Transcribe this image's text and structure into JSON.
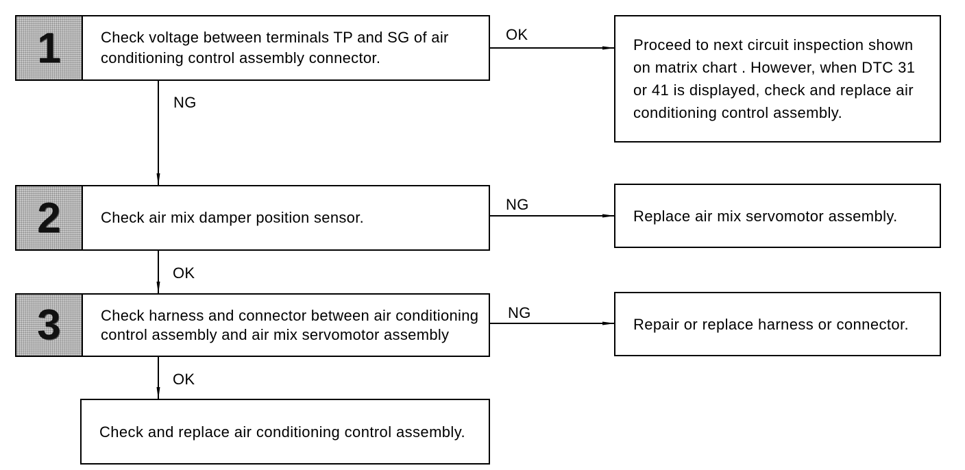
{
  "steps": [
    {
      "number": "1",
      "text": "Check voltage between terminals TP and SG of air conditioning control assembly connector."
    },
    {
      "number": "2",
      "text": "Check air mix damper position sensor."
    },
    {
      "number": "3",
      "text": "Check harness and connector between air conditioning control assembly and air mix servomotor assembly"
    }
  ],
  "results": {
    "proceed": "Proceed to next circuit inspection shown on matrix chart . However, when DTC 31 or 41 is displayed, check and replace air conditioning control assembly.",
    "replace_servomotor": "Replace air mix servomotor assembly.",
    "repair_harness": "Repair or replace harness or connector.",
    "replace_control": "Check and replace air conditioning control assembly."
  },
  "labels": {
    "step1_right": "OK",
    "step1_down": "NG",
    "step2_right": "NG",
    "step2_down": "OK",
    "step3_right": "NG",
    "step3_down": "OK"
  }
}
